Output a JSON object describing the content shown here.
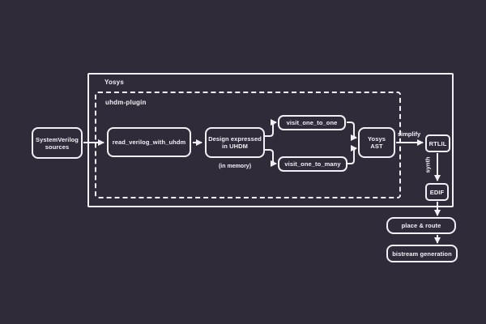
{
  "colors": {
    "background": "#2f2b39",
    "line": "#f2f0f5"
  },
  "containers": {
    "yosys": {
      "label": "Yosys"
    },
    "uhdm_plugin": {
      "label": "uhdm-plugin"
    }
  },
  "nodes": {
    "systemverilog_sources": {
      "label": "SystemVerilog sources"
    },
    "read_verilog_with_uhdm": {
      "label": "read_verilog_with_uhdm"
    },
    "design_expressed": {
      "label": "Design expressed in UHDM",
      "note": "(in memory)"
    },
    "visit_one_to_one": {
      "label": "visit_one_to_one"
    },
    "visit_one_to_many": {
      "label": "visit_one_to_many"
    },
    "yosys_ast": {
      "label": "Yosys AST"
    },
    "rtlil": {
      "label": "RTLIL"
    },
    "edif": {
      "label": "EDIF"
    },
    "place_route": {
      "label": "place & route"
    },
    "bitstream": {
      "label": "bistream generation"
    }
  },
  "edge_labels": {
    "simplify": "simplify",
    "synth": "synth"
  }
}
